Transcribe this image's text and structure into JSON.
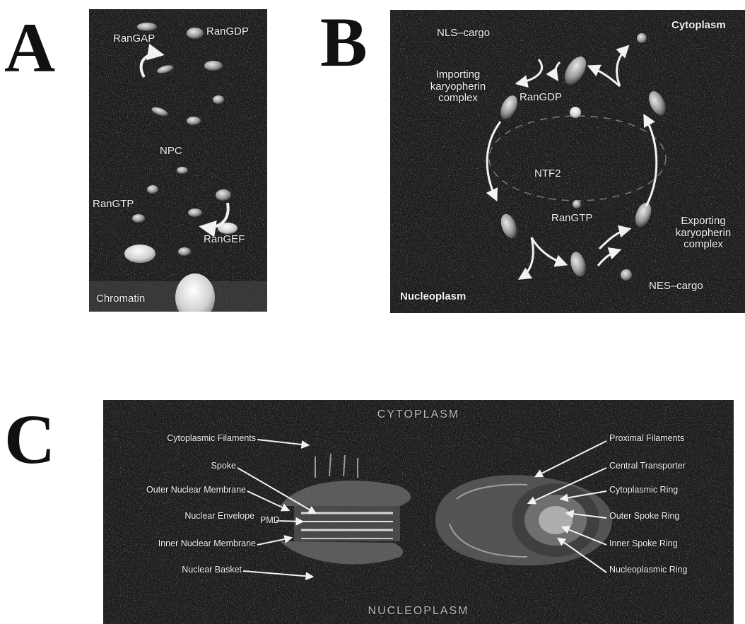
{
  "panel_a": {
    "letter": "A",
    "labels": {
      "rangap": "RanGAP",
      "rangdp": "RanGDP",
      "npc": "NPC",
      "rangtp": "RanGTP",
      "rangef": "RanGEF",
      "chromatin": "Chromatin"
    }
  },
  "panel_b": {
    "letter": "B",
    "labels": {
      "nls_cargo": "NLS–cargo",
      "cytoplasm": "Cytoplasm",
      "importing_1": "Importing",
      "importing_2": "karyopherin",
      "importing_3": "complex",
      "rangdp": "RanGDP",
      "ntf2": "NTF2",
      "rangtp": "RanGTP",
      "exporting_1": "Exporting",
      "exporting_2": "karyopherin",
      "exporting_3": "complex",
      "nes_cargo": "NES–cargo",
      "nucleoplasm": "Nucleoplasm"
    }
  },
  "panel_c": {
    "letter": "C",
    "region_top": "CYTOPLASM",
    "region_bottom": "NUCLEOPLASM",
    "pmd": "PMD",
    "left_labels": [
      "Cytoplasmic Filaments",
      "Spoke",
      "Outer Nuclear Membrane",
      "Nuclear Envelope",
      "Inner Nuclear Membrane",
      "Nuclear Basket"
    ],
    "right_labels": [
      "Proximal Filaments",
      "Central Transporter",
      "Cytoplasmic Ring",
      "Outer Spoke Ring",
      "Inner Spoke Ring",
      "Nucleoplasmic Ring"
    ]
  }
}
